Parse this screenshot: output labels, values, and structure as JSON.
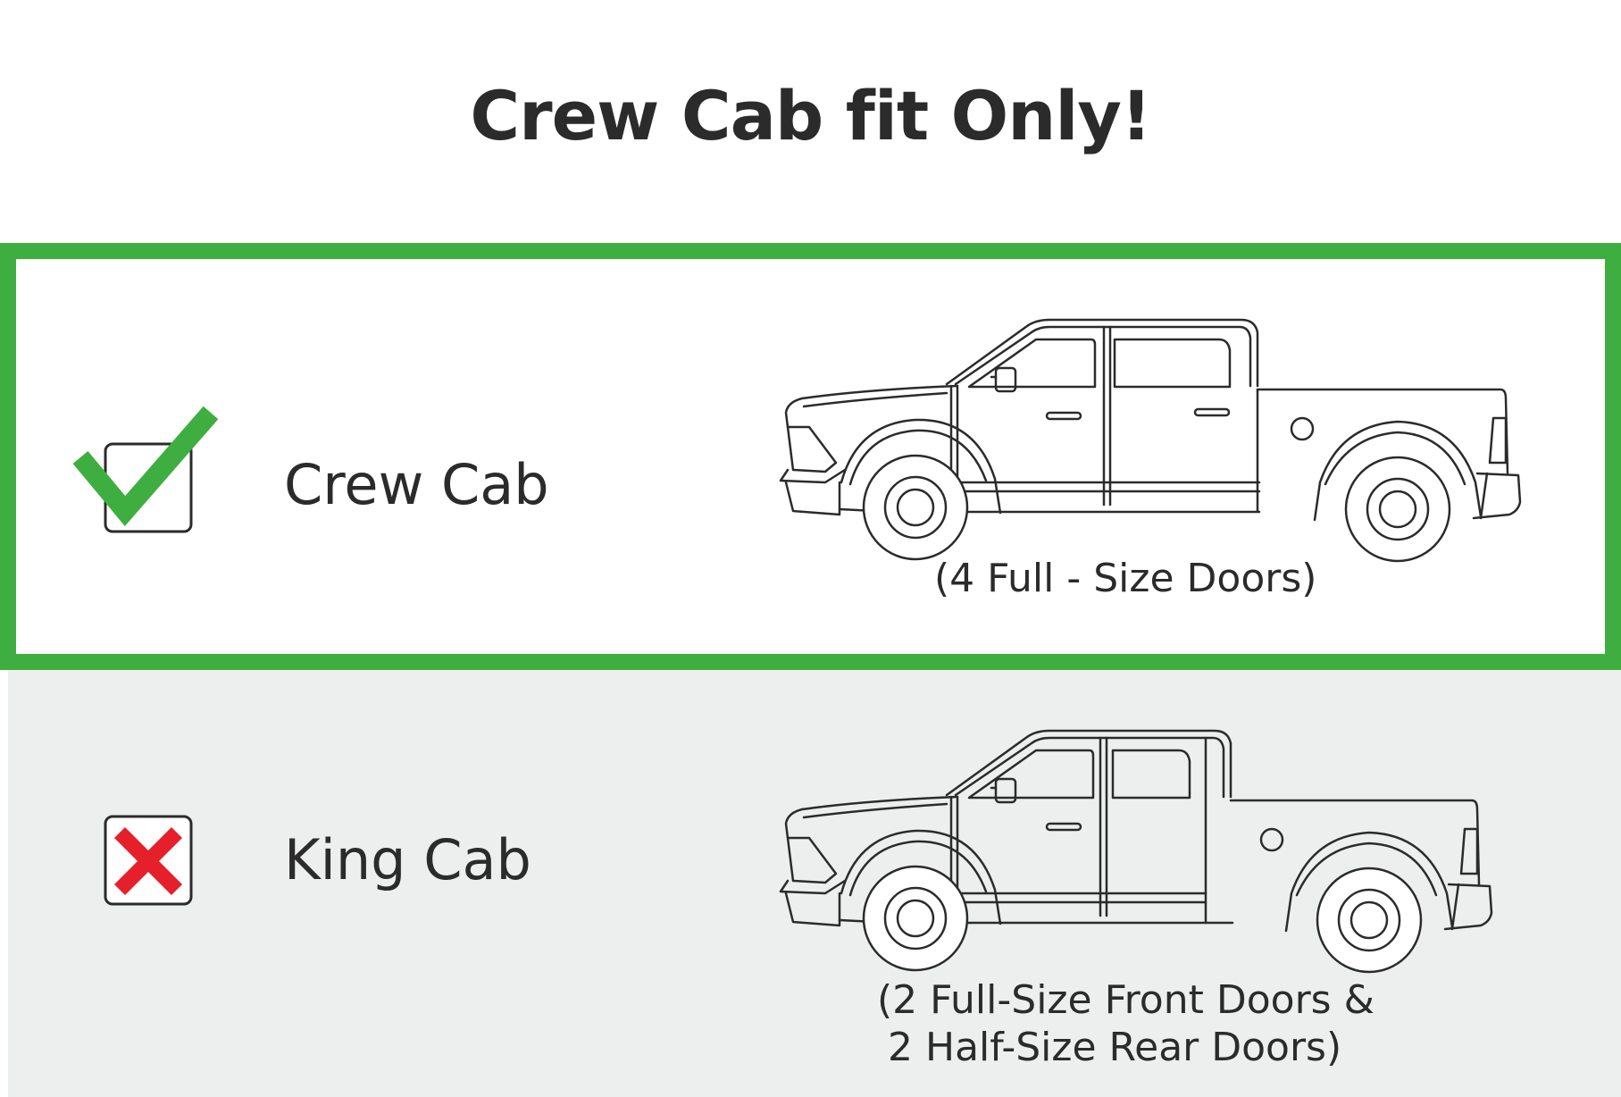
{
  "title": "Crew Cab fit Only!",
  "colors": {
    "accent_green": "#3fae40",
    "reject_red": "#e5202a",
    "text_dark": "#2b2b2b",
    "king_background": "#edeeee"
  },
  "options": [
    {
      "label": "Crew Cab",
      "status": "compatible",
      "status_icon": "checkmark-icon",
      "caption_lines": [
        "(4 Full - Size Doors)"
      ]
    },
    {
      "label": "King Cab",
      "status": "not-compatible",
      "status_icon": "x-mark-icon",
      "caption_lines": [
        "(2 Full-Size Front Doors &",
        "2 Half-Size Rear Doors)"
      ]
    }
  ]
}
